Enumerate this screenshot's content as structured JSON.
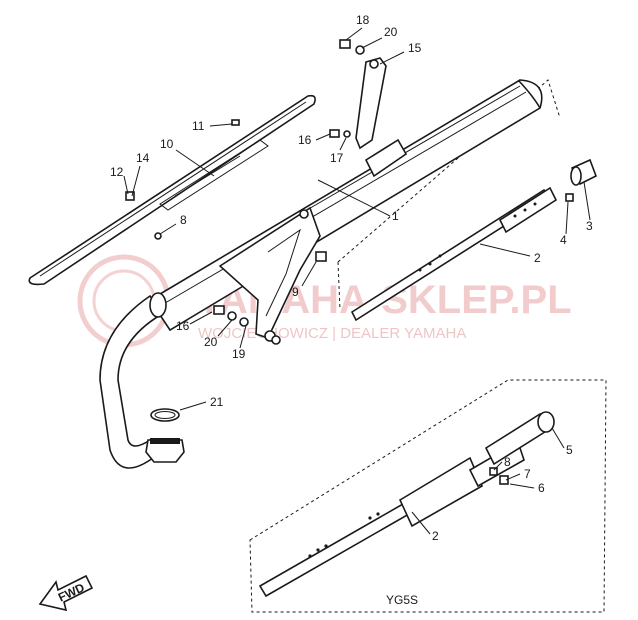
{
  "watermark": {
    "brand": "YAMAHA-SKLEP.PL",
    "dealer": "WOJCIECHOWICZ | DEALER YAMAHA"
  },
  "model_label": "YG5S",
  "fwd_label": "FWD",
  "callouts": [
    {
      "id": "c18",
      "text": "18"
    },
    {
      "id": "c20a",
      "text": "20"
    },
    {
      "id": "c15",
      "text": "15"
    },
    {
      "id": "c11",
      "text": "11"
    },
    {
      "id": "c10",
      "text": "10"
    },
    {
      "id": "c16a",
      "text": "16"
    },
    {
      "id": "c17",
      "text": "17"
    },
    {
      "id": "c14",
      "text": "14"
    },
    {
      "id": "c12",
      "text": "12"
    },
    {
      "id": "c8a",
      "text": "8"
    },
    {
      "id": "c1",
      "text": "1"
    },
    {
      "id": "c3",
      "text": "3"
    },
    {
      "id": "c4",
      "text": "4"
    },
    {
      "id": "c2a",
      "text": "2"
    },
    {
      "id": "c9",
      "text": "9"
    },
    {
      "id": "c16b",
      "text": "16"
    },
    {
      "id": "c20b",
      "text": "20"
    },
    {
      "id": "c19",
      "text": "19"
    },
    {
      "id": "c21",
      "text": "21"
    },
    {
      "id": "c5",
      "text": "5"
    },
    {
      "id": "c8b",
      "text": "8"
    },
    {
      "id": "c7",
      "text": "7"
    },
    {
      "id": "c6",
      "text": "6"
    },
    {
      "id": "c2b",
      "text": "2"
    }
  ]
}
